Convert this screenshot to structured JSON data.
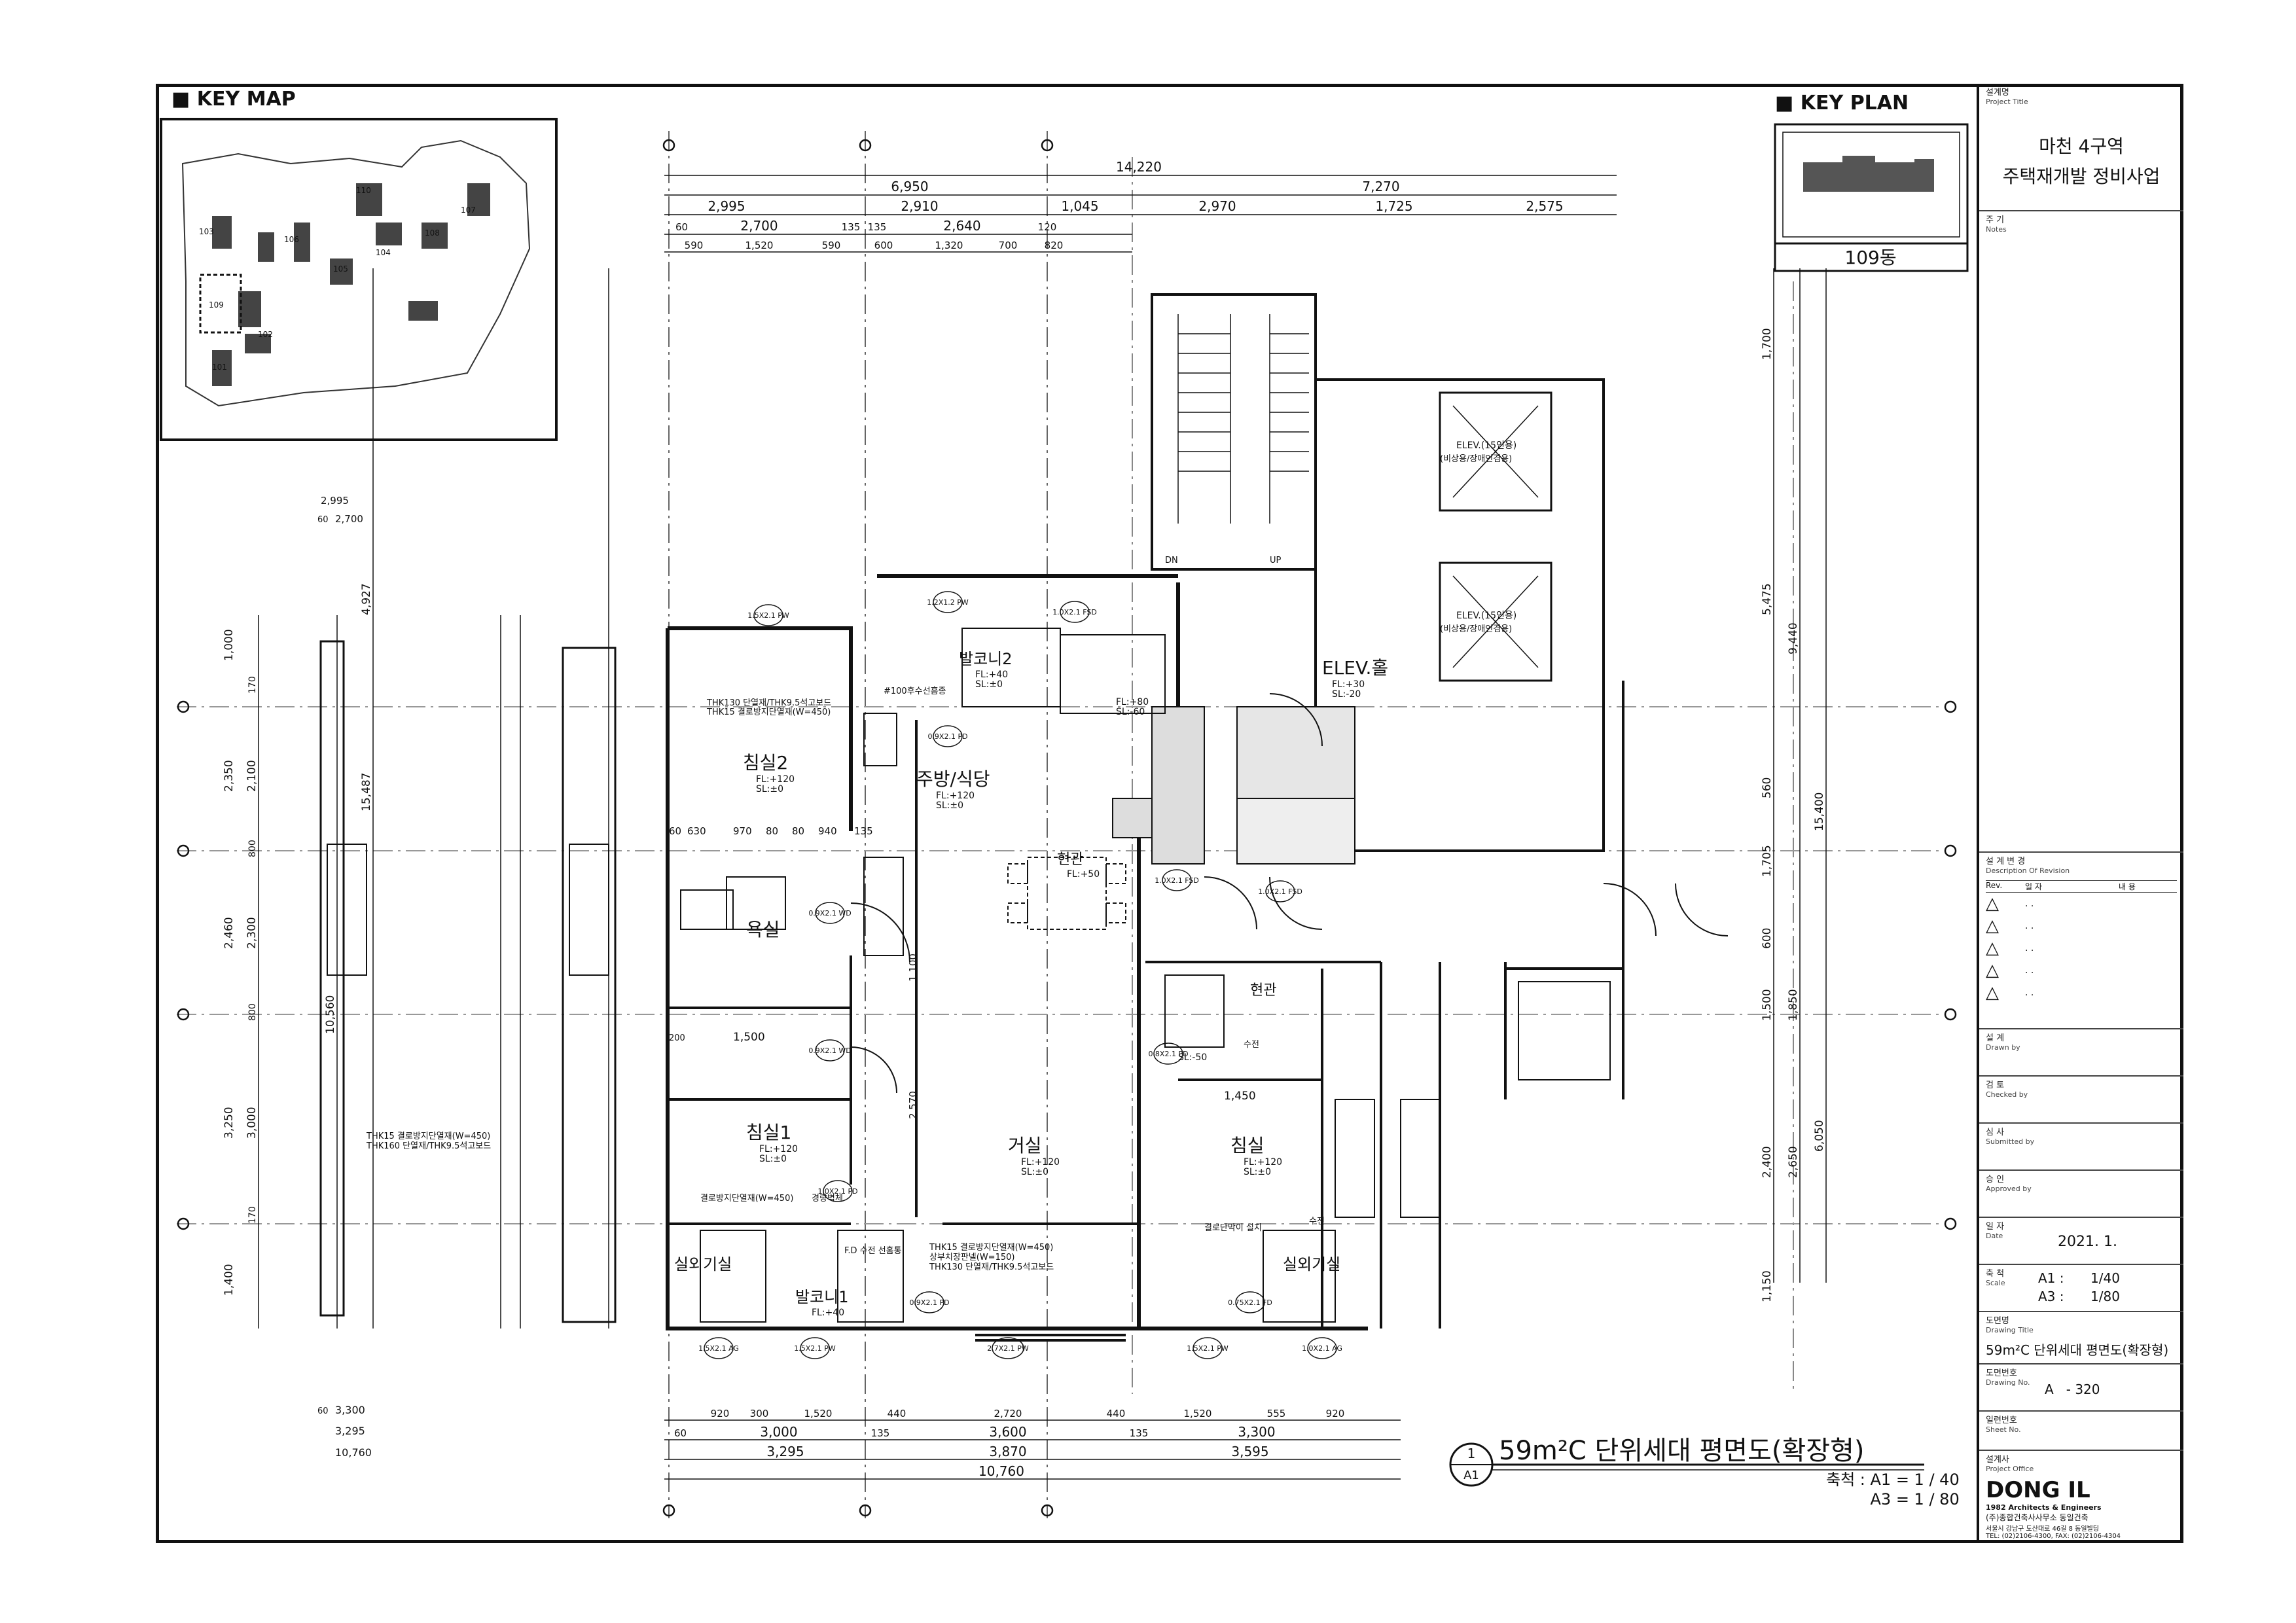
{
  "key_map": {
    "title": "■ KEY MAP",
    "buildings": [
      "103",
      "106",
      "107",
      "108",
      "101",
      "104",
      "102",
      "105",
      "109",
      "110"
    ]
  },
  "key_plan": {
    "title": "■ KEY PLAN",
    "building": "109동"
  },
  "title_block": {
    "project_label": "설계명",
    "project_label_en": "Project Title",
    "project_name_1": "마천 4구역",
    "project_name_2": "주택재개발 정비사업",
    "notes_label": "주 기",
    "notes_label_en": "Notes",
    "revision_label": "설 계 변 경",
    "revision_label_en": "Description Of Revision",
    "rev_col": "Rev.",
    "date_col": "일 자",
    "content_col": "내 용",
    "revisions": [
      "△",
      "△",
      "△",
      "△",
      "△"
    ],
    "rev_dots": ". .",
    "drawn_label": "설 계",
    "drawn_label_en": "Drawn by",
    "checked_label": "검 토",
    "checked_label_en": "Checked by",
    "submitted_label": "심 사",
    "submitted_label_en": "Submitted by",
    "approved_label": "승 인",
    "approved_label_en": "Approved by",
    "date_label": "일 자",
    "date_label_en": "Date",
    "date_value": "2021. 1.",
    "scale_label": "축 척",
    "scale_label_en": "Scale",
    "scale_a1_label": "A1 :",
    "scale_a1": "1/40",
    "scale_a3_label": "A3 :",
    "scale_a3": "1/80",
    "drawing_title_label": "도면명",
    "drawing_title_label_en": "Drawing Title",
    "drawing_title": "59m²C 단위세대 평면도(확장형)",
    "drawing_no_label": "도면번호",
    "drawing_no_label_en": "Drawing No.",
    "drawing_no": "A   - 320",
    "sheet_no_label": "일련번호",
    "sheet_no_label_en": "Sheet No.",
    "office_label": "설계사",
    "office_label_en": "Project Office",
    "office_logo": "DONG IL",
    "office_tagline": "1982 Architects & Engineers",
    "office_kr": "(주)종합건축사사무소 동일건축",
    "office_address": "서울시 강남구 도산대로 46길 8 동일빌딩",
    "office_tel": "TEL: (02)2106-4300, FAX: (02)2106-4304"
  },
  "drawing": {
    "title": "59m²C 단위세대 평면도(확장형)",
    "title_no": "1",
    "title_sheet": "A1",
    "scale_1": "축척 : A1 = 1 / 40",
    "scale_2": "A3 = 1 / 80"
  },
  "rooms": {
    "bedroom2": "침실2",
    "kitchen": "주방/식당",
    "bath": "욕실",
    "bedroom1": "침실1",
    "living": "거실",
    "bedroom": "침실",
    "entrance": "현관",
    "entrance2": "현관",
    "elev_hall": "ELEV.홀",
    "balcony2": "발코니2",
    "balcony1": "발코니1",
    "outdoor1": "실외기실",
    "outdoor2": "실외기실",
    "elev1": "ELEV.(15인용)",
    "elev1_sub": "(비상용/장애인겸용)",
    "elev2": "ELEV.(15인용)",
    "elev2_sub": "(비상용/장애인겸용)",
    "dn": "DN",
    "up": "UP"
  },
  "levels": {
    "fl120": "FL:+120",
    "sl0": "SL:±0",
    "fl30": "FL:+30",
    "sl20": "SL:-20",
    "fl50": "FL:+50",
    "fl40": "FL:+40",
    "sl50": "SL:-50",
    "fl80": "FL:+80",
    "sl60": "SL:-60"
  },
  "dims_top": {
    "total": "14,220",
    "r1": [
      "6,950",
      "7,270"
    ],
    "r2": [
      "2,995",
      "2,910",
      "1,045",
      "2,970",
      "1,725",
      "2,575"
    ],
    "r3": [
      "60",
      "2,700",
      "135",
      "135",
      "2,640",
      "120"
    ],
    "r4": [
      "590",
      "1,520",
      "590",
      "600",
      "1,320",
      "700",
      "820"
    ]
  },
  "dims_bottom": {
    "total": "10,760",
    "r1": [
      "3,295",
      "3,870",
      "3,595"
    ],
    "r2": [
      "60",
      "3,000",
      "135",
      "3,600",
      "135",
      "3,300"
    ],
    "r3": [
      "920",
      "300",
      "1,520",
      "440",
      "2,720",
      "440",
      "1,520",
      "555",
      "920"
    ]
  },
  "dims_right": [
    "1,700",
    "5,475",
    "560",
    "1,705",
    "600",
    "1,850",
    "1,500",
    "2,400",
    "2,650",
    "1,150"
  ],
  "dims_right_total": [
    "9,440",
    "15,400",
    "6,050"
  ],
  "dims_left": [
    "1,000",
    "2,350",
    "2,460",
    "3,250",
    "1,400"
  ],
  "dims_left2": [
    "170",
    "2,100",
    "800",
    "2,300",
    "800",
    "3,000",
    "170"
  ],
  "dims_left_total": [
    "4,927",
    "15,487",
    "10,560"
  ],
  "dims_left_small": [
    "2,995",
    "60",
    "2,700"
  ],
  "dims_left_bottom": [
    "60",
    "3,300",
    "3,295",
    "10,760"
  ],
  "dims_inner": [
    "60",
    "630",
    "970",
    "80",
    "80",
    "940",
    "135",
    "1,500",
    "1,450",
    "1,100",
    "2,570",
    "200"
  ],
  "notes": [
    "THK130 단열재/THK9.5석고보드",
    "THK15 결로방지단열재(W=450)",
    "#100후수선흠종",
    "THK15 결로방지단열재(W=450)",
    "THK160 단열재/THK9.5석고보드",
    "THK15 결로방지단열재(W=450)",
    "상부치장판넬(W=150)",
    "THK130 단열재/THK9.5석고보드",
    "결로방지단열재(W=450)",
    "경량벽체",
    "결로단막이 설치",
    "수전",
    "수전",
    "F.D 수전 선홈통"
  ],
  "windows": [
    "1.5X2.1 PW",
    "1.2X1.2 PW",
    "2.7X2.1 PW",
    "1.5X2.1 AG",
    "1.5X2.1 PW",
    "1.5X2.1 PW",
    "1.0X2.1 AG",
    "1.0X2.1 FSD",
    "1.0X2.1 FSD",
    "0.9X2.1 WD",
    "0.9X2.1 WD",
    "0.9X2.1 PD",
    "1.0X2.1 FSD",
    "0.8X2.1 PD",
    "1.0X2.1 PD",
    "0.75X2.1 FD",
    "0.9X2.1 PD"
  ]
}
